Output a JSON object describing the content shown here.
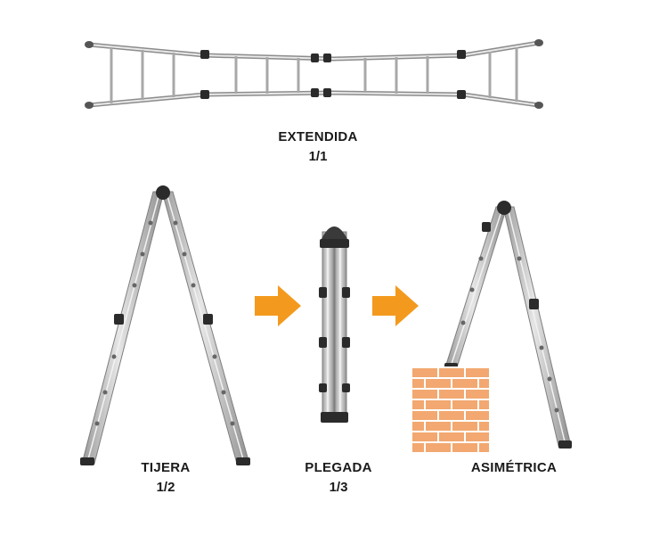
{
  "configurations": [
    {
      "name": "EXTENDIDA",
      "ratio": "1/1"
    },
    {
      "name": "TIJERA",
      "ratio": "1/2"
    },
    {
      "name": "PLEGADA",
      "ratio": "1/3"
    },
    {
      "name": "ASIMÉTRICA",
      "ratio": ""
    }
  ],
  "colors": {
    "arrow": "#f39a1e",
    "brick": "#f2a870",
    "mortar": "#ffffff",
    "ladder_metal": "#c8c8c8",
    "ladder_joint": "#2b2b2b"
  },
  "icons": {
    "arrow": "right-arrow-icon",
    "wall": "brick-wall-icon"
  }
}
